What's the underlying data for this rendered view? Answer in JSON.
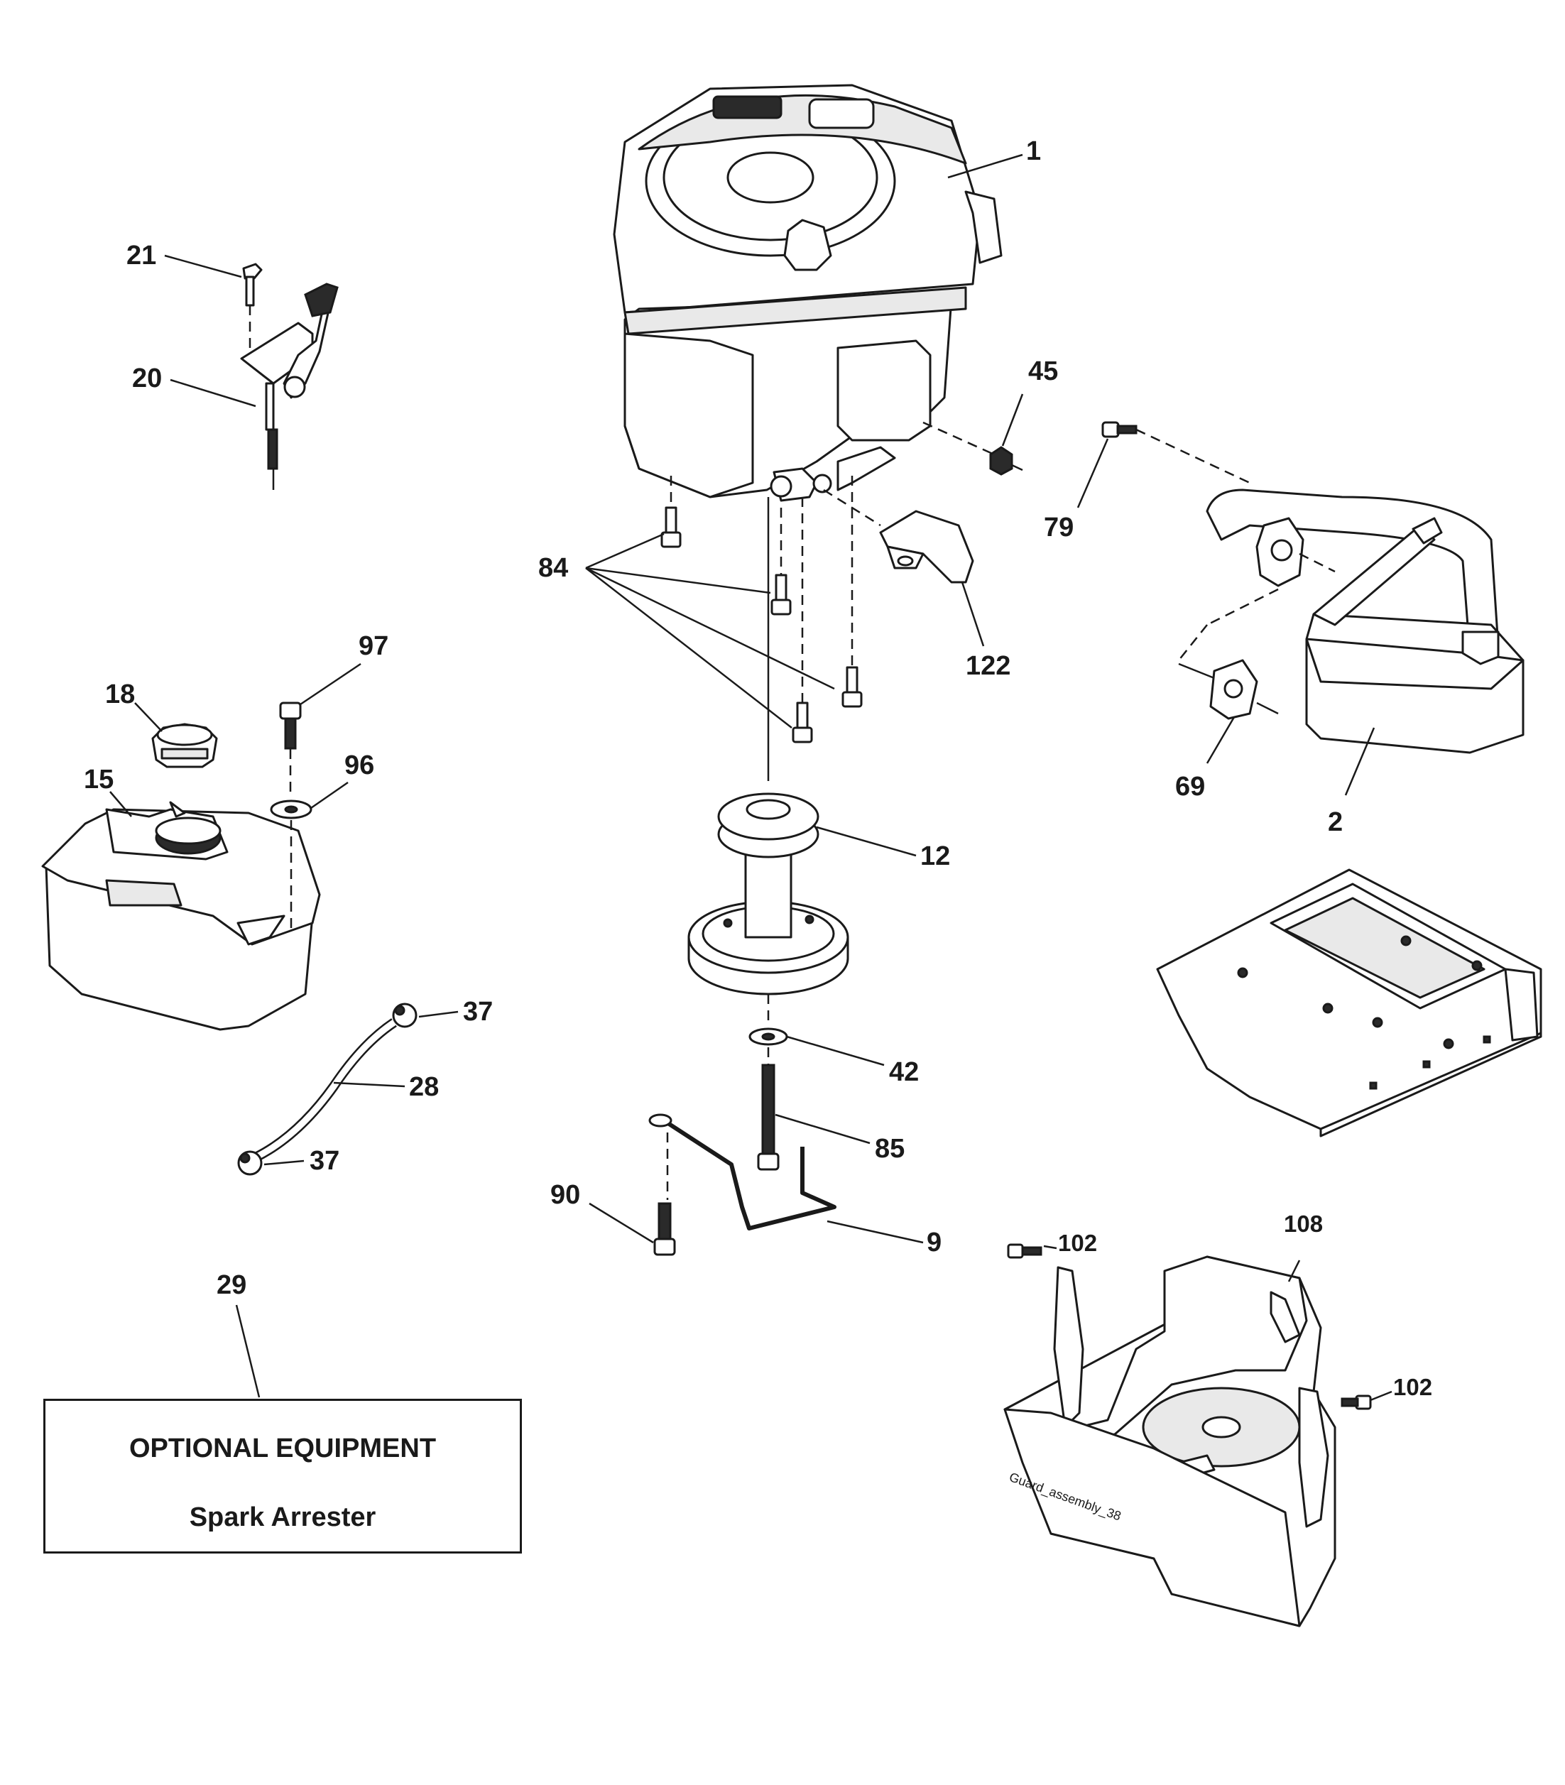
{
  "callouts": {
    "c1": "1",
    "c2": "2",
    "c9": "9",
    "c12": "12",
    "c15": "15",
    "c18": "18",
    "c20": "20",
    "c21": "21",
    "c28": "28",
    "c29": "29",
    "c37a": "37",
    "c37b": "37",
    "c42": "42",
    "c45": "45",
    "c69": "69",
    "c79": "79",
    "c84": "84",
    "c85": "85",
    "c90": "90",
    "c96": "96",
    "c97": "97",
    "c102a": "102",
    "c102b": "102",
    "c108": "108",
    "c122": "122"
  },
  "optional_box": {
    "title": "OPTIONAL EQUIPMENT",
    "subtitle": "Spark Arrester"
  },
  "stamp": "Guard_assembly_38"
}
